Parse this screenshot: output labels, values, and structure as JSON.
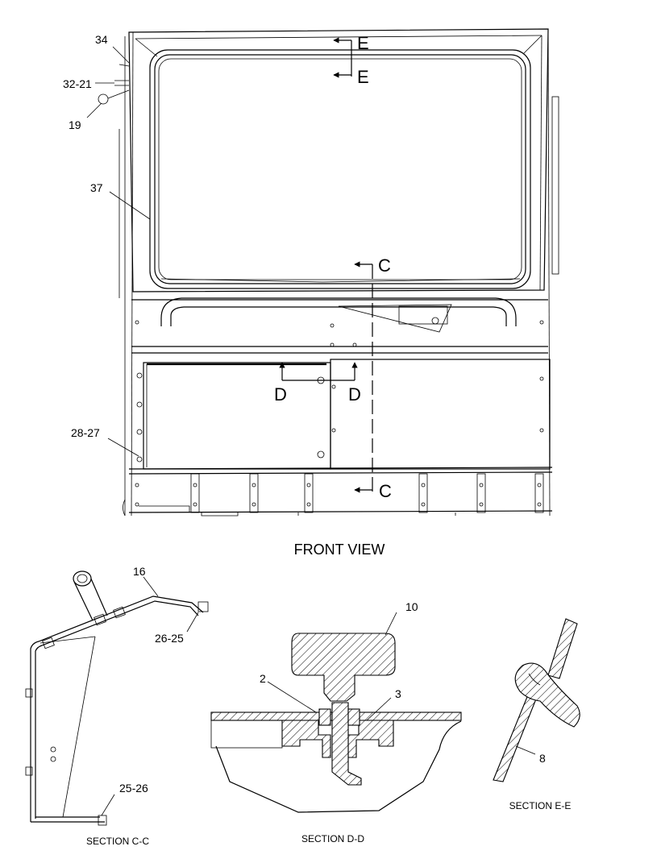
{
  "views": {
    "front": {
      "caption": "FRONT VIEW",
      "callouts": [
        "34",
        "32-21",
        "19",
        "37",
        "28-27"
      ],
      "section_marks": [
        "E",
        "E",
        "C",
        "C",
        "D",
        "D"
      ]
    },
    "section_cc": {
      "caption": "SECTION C-C",
      "callouts": [
        "16",
        "26-25",
        "25-26"
      ]
    },
    "section_dd": {
      "caption": "SECTION D-D",
      "callouts": [
        "10",
        "2",
        "3"
      ]
    },
    "section_ee": {
      "caption": "SECTION E-E",
      "callouts": [
        "8"
      ]
    }
  }
}
